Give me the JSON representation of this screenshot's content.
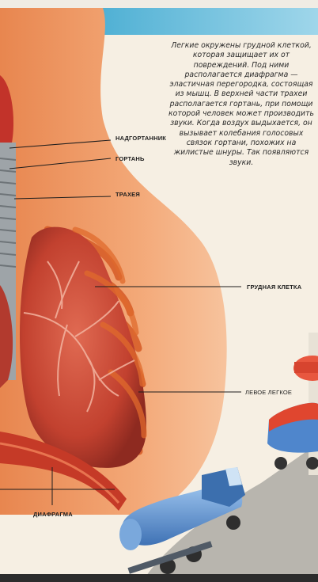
{
  "description": "Легкие окружены грудной клеткой, которая защищает их от повреждений. Под ними располагается диафрагма — эластичная перегородка, состоящая из мышц. В верхней части трахеи располагается гортань, при помощи которой человек может производить звуки. Когда воздух выдыхается, он вызывает колебания голосовых связок гортани, похожих на жилистые шнуры. Так появляются звуки.",
  "labels": {
    "epiglottis": "НАДГОРТАННИК",
    "larynx": "ГОРТАНЬ",
    "trachea": "ТРАХЕЯ",
    "rib_cage": "ГРУДНАЯ КЛЕТКА",
    "left_lung": "ЛЕВОЕ ЛЕГКОЕ",
    "diaphragm": "ДИАФРАГМА"
  },
  "colors": {
    "top_band": "#3aa8cf",
    "body_skin": "#f0a070",
    "lung": "#c94a3a",
    "rib": "#e06a2c",
    "tanker": "#5a8fd0",
    "tanker_red": "#e0462f"
  }
}
